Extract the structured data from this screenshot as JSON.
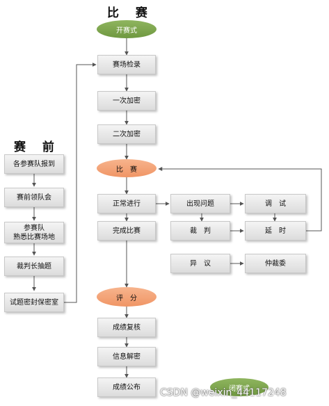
{
  "titles": {
    "match": "比 赛",
    "pre_match": "赛 前"
  },
  "nodes": {
    "opening": "开赛式",
    "venue_check": "赛场检录",
    "first_encrypt": "一次加密",
    "second_encrypt": "二次加密",
    "match": "比　赛",
    "normal": "正常进行",
    "finish": "完成比赛",
    "problem": "出现问题",
    "debug": "调　试",
    "judge": "裁　判",
    "delay": "延　时",
    "objection": "异　议",
    "arbitration": "仲裁委",
    "evaluate": "评　分",
    "review": "成绩复核",
    "decrypt": "信息解密",
    "publish": "成绩公布",
    "closing": "闭赛式",
    "register": "各参赛队报到",
    "leader_meeting": "赛前领队会",
    "familiarize": "参赛队\n熟悉比赛场地",
    "draw": "裁判长抽题",
    "seal": "试题密封保密室"
  },
  "watermark": "CSDN @weixin_44117248",
  "colors": {
    "green": "#7ba64c",
    "orange": "#f4a57a",
    "line": "#555555"
  }
}
